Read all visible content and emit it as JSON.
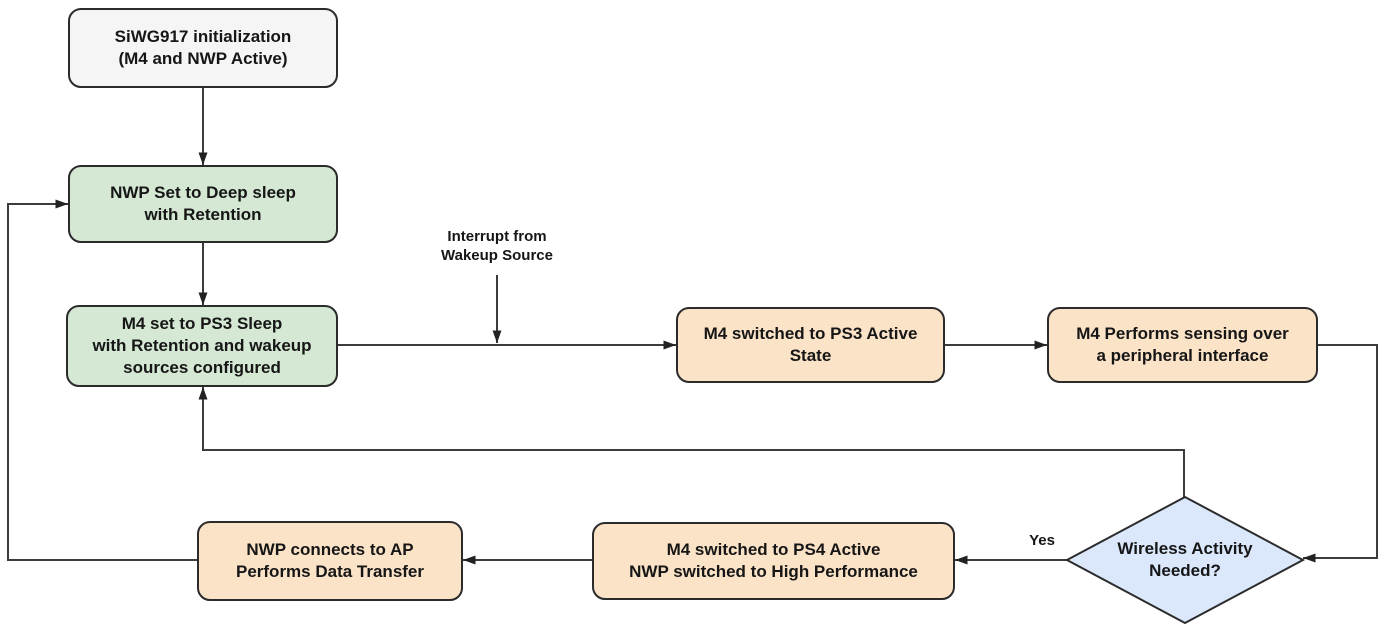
{
  "nodes": {
    "init": {
      "label": "SiWG917 initialization\n(M4 and NWP Active)",
      "fill": "#f5f5f5"
    },
    "nwp_deep_sleep": {
      "label": "NWP Set to Deep sleep\nwith Retention",
      "fill": "#d5e8d4"
    },
    "m4_ps3_sleep": {
      "label": "M4 set to PS3 Sleep\nwith Retention and wakeup\nsources configured",
      "fill": "#d5e8d4"
    },
    "m4_ps3_active": {
      "label": "M4 switched to PS3 Active\nState",
      "fill": "#fbe3c8"
    },
    "m4_sensing": {
      "label": "M4 Performs sensing over\na peripheral interface",
      "fill": "#fbe3c8"
    },
    "wireless_decision": {
      "label": "Wireless Activity\nNeeded?",
      "fill": "#dbe8fc"
    },
    "m4_ps4_active": {
      "label": "M4 switched to PS4 Active\nNWP switched to High Performance",
      "fill": "#fbe3c8"
    },
    "nwp_connects": {
      "label": "NWP connects to AP\nPerforms Data Transfer",
      "fill": "#fbe3c8"
    }
  },
  "labels": {
    "interrupt_annotation": "Interrupt from\nWakeup Source",
    "yes_branch": "Yes"
  },
  "colors": {
    "node_gray": "#f5f5f5",
    "node_green": "#d5e8d4",
    "node_orange": "#fbe3c8",
    "node_blue": "#dbe8fc",
    "border": "#2b2b2b",
    "line": "#3c3c3c",
    "text": "#161616",
    "background": "#ffffff"
  }
}
